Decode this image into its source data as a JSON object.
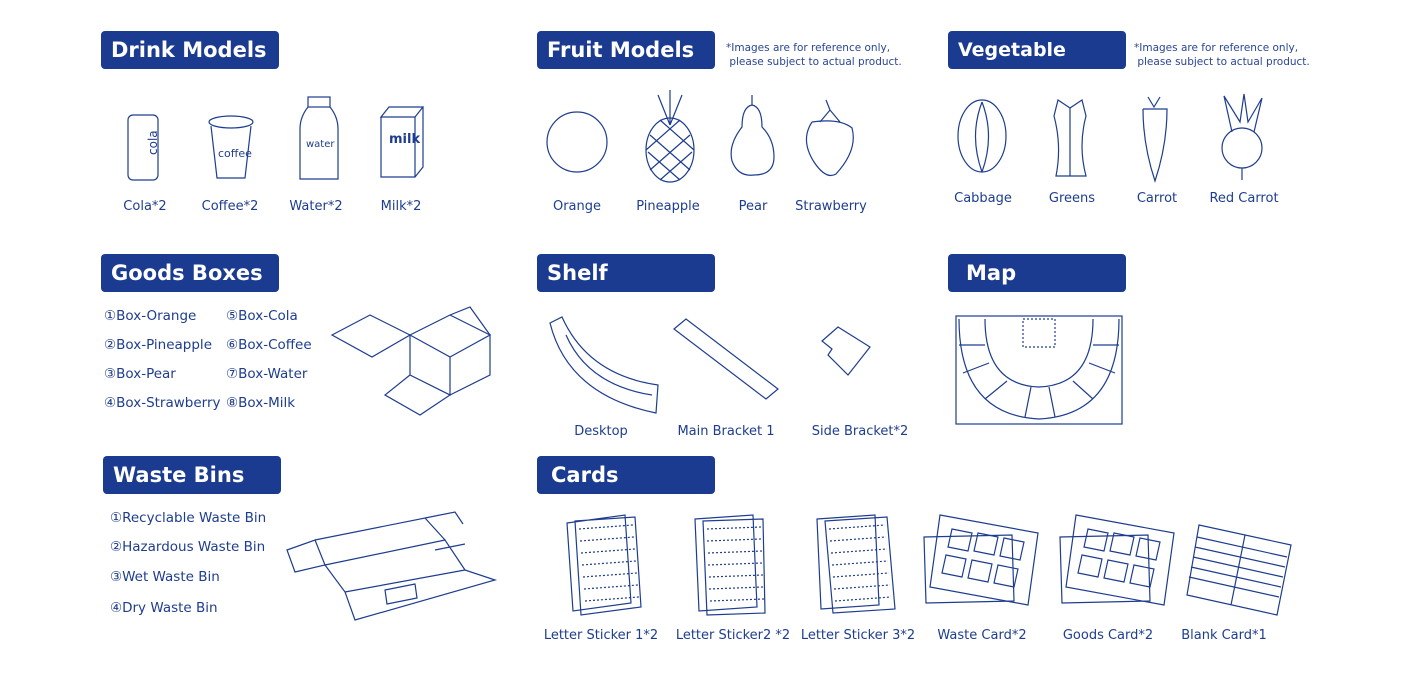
{
  "drink": {
    "title": "Drink Models",
    "items": [
      "Cola*2",
      "Coffee*2",
      "Water*2",
      "Milk*2"
    ],
    "can_text": [
      "cola",
      "coffee",
      "water",
      "milk"
    ]
  },
  "fruit": {
    "title": "Fruit Models",
    "note": "*Images are for reference only,\n please subject to actual product.",
    "items": [
      "Orange",
      "Pineapple",
      "Pear",
      "Strawberry"
    ]
  },
  "vegetable": {
    "title": "Vegetable Models",
    "note": "*Images are for reference only,\n please subject to actual product.",
    "items": [
      "Cabbage",
      "Greens",
      "Carrot",
      "Red Carrot"
    ]
  },
  "goods_boxes": {
    "title": "Goods Boxes",
    "items": [
      "①Box-Orange",
      "②Box-Pineapple",
      "③Box-Pear",
      "④Box-Strawberry",
      "⑤Box-Cola",
      "⑥Box-Coffee",
      "⑦Box-Water",
      "⑧Box-Milk"
    ]
  },
  "shelf": {
    "title": "Shelf",
    "items": [
      "Desktop",
      "Main Bracket 1",
      "Side Bracket*2"
    ]
  },
  "map": {
    "title": "Map"
  },
  "waste_bins": {
    "title": "Waste Bins",
    "items": [
      "①Recyclable Waste Bin",
      "②Hazardous Waste  Bin",
      "③Wet Waste  Bin",
      "④Dry Waste  Bin"
    ]
  },
  "cards": {
    "title": "Cards",
    "items": [
      "Letter Sticker 1*2",
      "Letter Sticker2 *2",
      "Letter Sticker 3*2",
      "Waste Card*2",
      "Goods Card*2",
      "Blank Card*1"
    ]
  },
  "colors": {
    "accent": "#1b3b91"
  }
}
